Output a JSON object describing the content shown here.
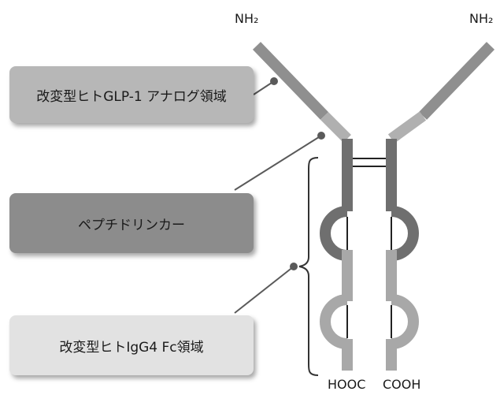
{
  "labels": {
    "glp1_region": "改変型ヒトGLP-1 アナログ領域",
    "peptide_linker": "ペプチドリンカー",
    "fc_region": "改変型ヒトIgG4 Fc領域"
  },
  "termini": {
    "nh2_left": "NH₂",
    "nh2_right": "NH₂",
    "hooc": "HOOC",
    "cooh": "COOH"
  },
  "colors": {
    "glp1": "#8f8f8f",
    "linker": "#b0b0b0",
    "fc_dark": "#6f6f6f",
    "fc_light": "#a8a8a8",
    "connector": "#5a5a5a"
  }
}
